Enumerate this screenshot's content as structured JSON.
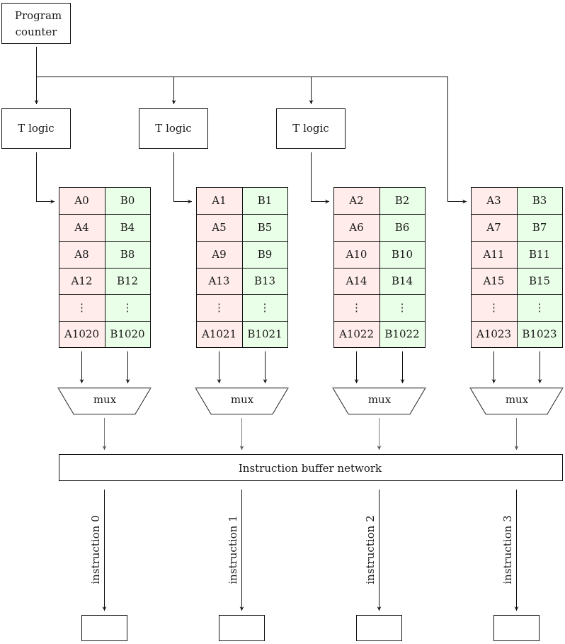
{
  "program_counter": {
    "label_line1": "Program",
    "label_line2": "counter"
  },
  "t_logic_label": "T logic",
  "lanes": [
    {
      "index": 0,
      "has_t_logic": true,
      "a_cells": [
        "A0",
        "A4",
        "A8",
        "A12",
        "⋮",
        "A1020"
      ],
      "b_cells": [
        "B0",
        "B4",
        "B8",
        "B12",
        "⋮",
        "B1020"
      ],
      "mux_label": "mux",
      "instruction_label": "instruction 0"
    },
    {
      "index": 1,
      "has_t_logic": true,
      "a_cells": [
        "A1",
        "A5",
        "A9",
        "A13",
        "⋮",
        "A1021"
      ],
      "b_cells": [
        "B1",
        "B5",
        "B9",
        "B13",
        "⋮",
        "B1021"
      ],
      "mux_label": "mux",
      "instruction_label": "instruction 1"
    },
    {
      "index": 2,
      "has_t_logic": true,
      "a_cells": [
        "A2",
        "A6",
        "A10",
        "A14",
        "⋮",
        "A1022"
      ],
      "b_cells": [
        "B2",
        "B6",
        "B10",
        "B14",
        "⋮",
        "B1022"
      ],
      "mux_label": "mux",
      "instruction_label": "instruction 2"
    },
    {
      "index": 3,
      "has_t_logic": false,
      "a_cells": [
        "A3",
        "A7",
        "A11",
        "A15",
        "⋮",
        "A1023"
      ],
      "b_cells": [
        "B3",
        "B7",
        "B11",
        "B15",
        "⋮",
        "B1023"
      ],
      "mux_label": "mux",
      "instruction_label": "instruction 3"
    }
  ],
  "instruction_buffer": {
    "label": "Instruction buffer network"
  },
  "colors": {
    "a_cell_fill": "#ffeceb",
    "b_cell_fill": "#eaffe8",
    "stroke": "#111111",
    "mux_out_arrow": "#777777"
  }
}
